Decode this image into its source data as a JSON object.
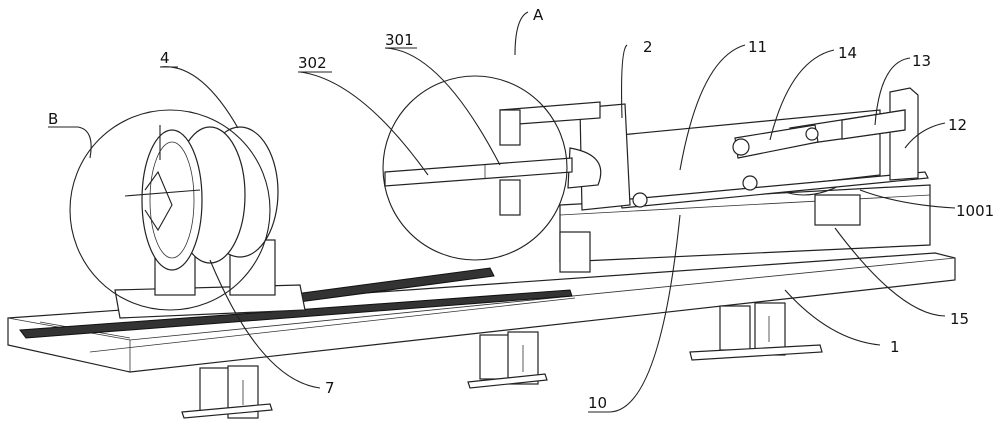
{
  "figure": {
    "type": "patent mechanical perspective drawing",
    "subject": "pipe/profile processing machine on rail frame"
  },
  "labels": [
    {
      "id": "A",
      "text": "A",
      "underlined": false,
      "meaning": "detail circle A"
    },
    {
      "id": "B",
      "text": "B",
      "underlined": true,
      "meaning": "detail circle B"
    },
    {
      "id": "4",
      "text": "4",
      "underlined": true
    },
    {
      "id": "302",
      "text": "302",
      "underlined": true
    },
    {
      "id": "301",
      "text": "301",
      "underlined": true
    },
    {
      "id": "2",
      "text": "2",
      "underlined": false
    },
    {
      "id": "11",
      "text": "11",
      "underlined": false
    },
    {
      "id": "14",
      "text": "14",
      "underlined": false
    },
    {
      "id": "13",
      "text": "13",
      "underlined": false
    },
    {
      "id": "12",
      "text": "12",
      "underlined": false
    },
    {
      "id": "1001",
      "text": "1001",
      "underlined": false
    },
    {
      "id": "15",
      "text": "15",
      "underlined": false
    },
    {
      "id": "1",
      "text": "1",
      "underlined": false
    },
    {
      "id": "10",
      "text": "10",
      "underlined": true
    },
    {
      "id": "7",
      "text": "7",
      "underlined": false
    }
  ],
  "colors": {
    "line": "#222222",
    "background": "#ffffff"
  }
}
